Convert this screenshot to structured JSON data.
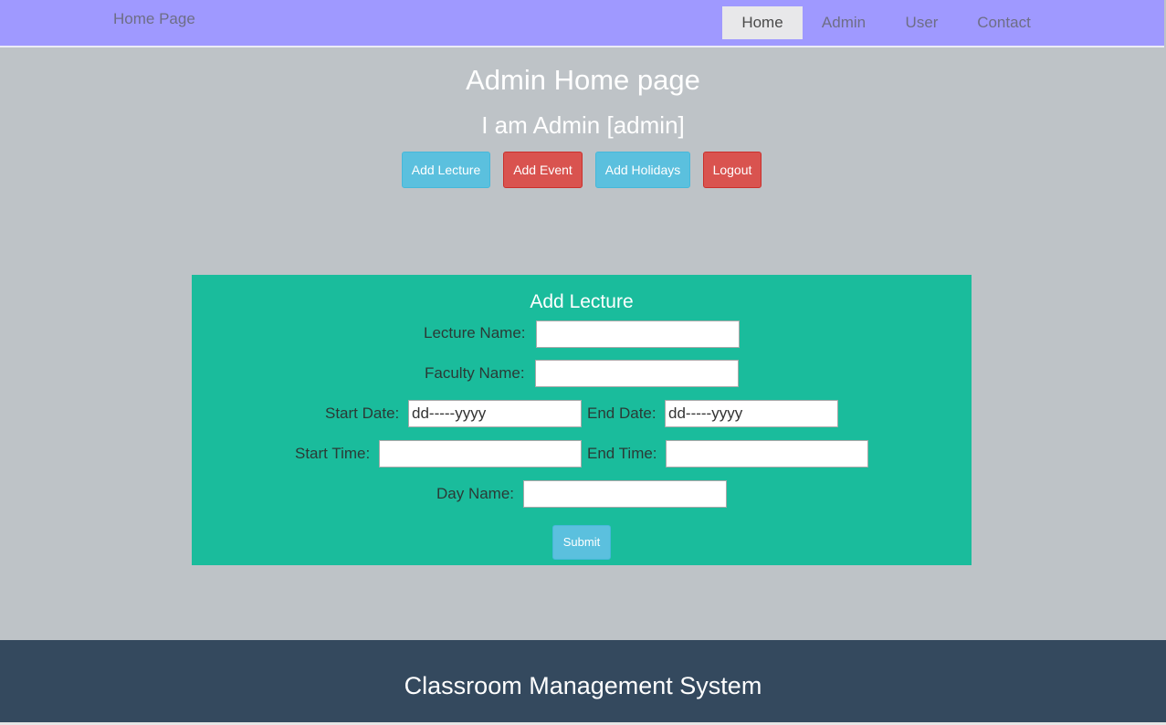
{
  "navbar": {
    "brand": "Home Page",
    "items": [
      {
        "label": "Home",
        "active": true
      },
      {
        "label": "Admin",
        "active": false
      },
      {
        "label": "User",
        "active": false
      },
      {
        "label": "Contact",
        "active": false
      }
    ]
  },
  "header": {
    "title": "Admin Home page",
    "subtitle": "I am Admin [admin]"
  },
  "actions": {
    "add_lecture": "Add Lecture",
    "add_event": "Add Event",
    "add_holidays": "Add Holidays",
    "logout": "Logout"
  },
  "form": {
    "title": "Add Lecture",
    "lecture_name_label": "Lecture Name:",
    "lecture_name_value": "",
    "faculty_name_label": "Faculty Name:",
    "faculty_name_value": "",
    "start_date_label": "Start Date:",
    "start_date_value": "dd-----yyyy",
    "end_date_label": "End Date:",
    "end_date_value": "dd-----yyyy",
    "start_time_label": "Start Time:",
    "start_time_value": "",
    "end_time_label": "End Time:",
    "end_time_value": "",
    "day_name_label": "Day Name:",
    "day_name_value": "",
    "submit_label": "Submit"
  },
  "footer": {
    "text": "Classroom Management System"
  },
  "colors": {
    "navbar_bg": "#9f99ff",
    "page_bg": "#bec3c7",
    "panel_bg": "#1abc9c",
    "info_button": "#5bc0de",
    "danger_button": "#d9534f",
    "footer_bg": "#34495e"
  }
}
